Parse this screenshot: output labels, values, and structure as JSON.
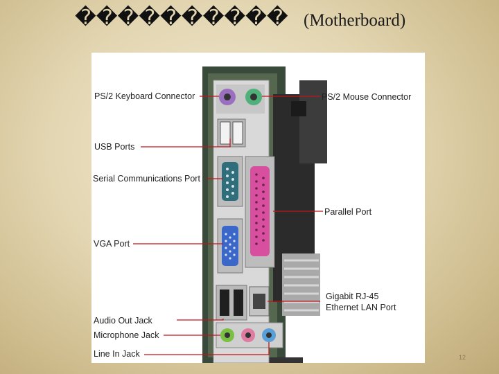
{
  "slide": {
    "title_garbled": "����������",
    "title_english": "(Motherboard)",
    "page_number": "12"
  },
  "labels": {
    "ps2_keyboard": "PS/2 Keyboard Connector",
    "ps2_mouse": "PS/2 Mouse Connector",
    "usb": "USB Ports",
    "serial": "Serial Communications Port",
    "parallel": "Parallel Port",
    "vga": "VGA Port",
    "ethernet_line1": "Gigabit RJ-45",
    "ethernet_line2": "Ethernet LAN Port",
    "audio_out": "Audio Out Jack",
    "microphone": "Microphone Jack",
    "line_in": "Line In Jack"
  },
  "colors": {
    "leader_line": "#c0151b",
    "keyboard_port": "#9b6fc0",
    "mouse_port": "#4fb07a",
    "serial_port": "#2f6e7a",
    "parallel_port": "#d94fa0",
    "vga_port": "#3b67c9",
    "audio_out": "#79c043",
    "microphone": "#e07aa0",
    "line_in": "#5aa0d8"
  }
}
